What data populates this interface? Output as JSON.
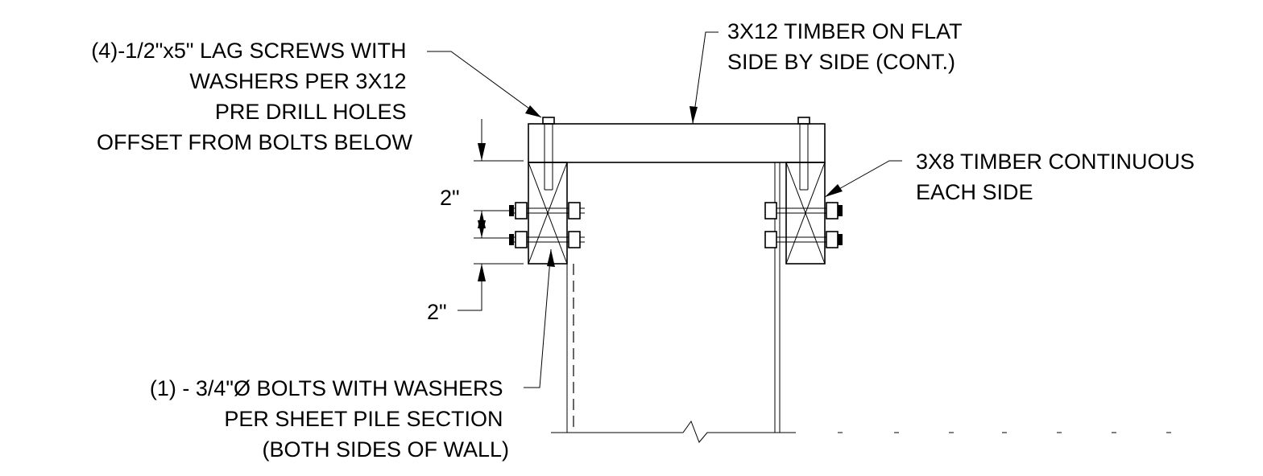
{
  "notes": {
    "lag_screws": {
      "lines": [
        "(4)-1/2\"x5\" LAG SCREWS WITH",
        "WASHERS PER 3X12",
        "PRE DRILL HOLES",
        "OFFSET FROM BOLTS BELOW"
      ]
    },
    "timber_3x12": {
      "lines": [
        "3X12 TIMBER ON FLAT",
        "SIDE BY SIDE (CONT.)"
      ]
    },
    "timber_3x8": {
      "lines": [
        "3X8 TIMBER CONTINUOUS",
        "EACH SIDE"
      ]
    },
    "bolts": {
      "lines": [
        "(1) - 3/4\"Ø BOLTS WITH WASHERS",
        "PER SHEET PILE SECTION",
        "(BOTH SIDES OF WALL)"
      ]
    }
  },
  "dimensions": {
    "top": "2\"",
    "bottom": "2\""
  }
}
